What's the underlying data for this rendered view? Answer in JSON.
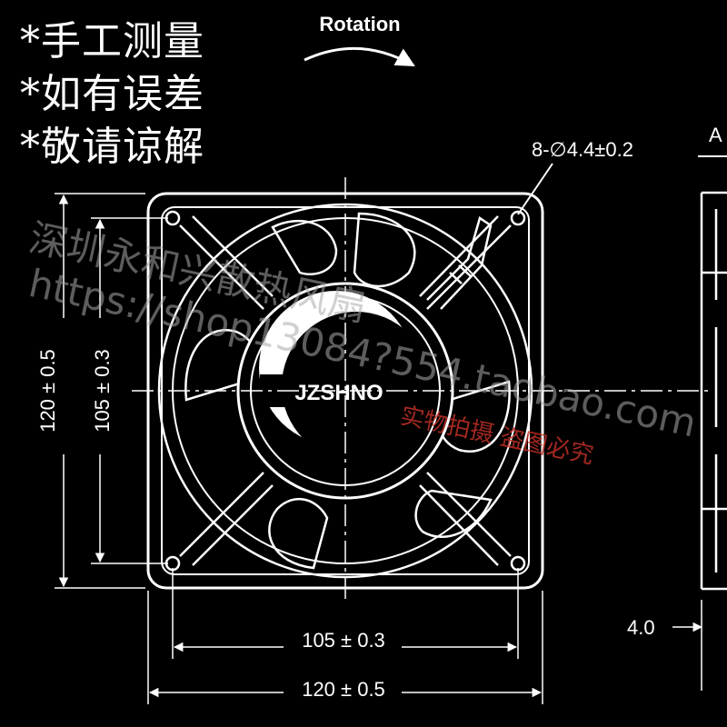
{
  "notes": [
    "*手工测量",
    "*如有误差",
    "*敬请谅解"
  ],
  "rotation_label": "Rotation",
  "hole_spec": "8-∅4.4±0.2",
  "section_marker": "A",
  "brand": "JZSHNO",
  "dims": {
    "outer_height": "120 ± 0.5",
    "inner_height": "105 ± 0.3",
    "inner_width": "105 ± 0.3",
    "outer_width": "120 ± 0.5",
    "side_depth": "4.0"
  },
  "watermark": {
    "shop_name": "深圳永和兴散热风扇",
    "shop_url": "https://shop13084?554.taobao.com",
    "notice": "实物拍摄 盗图必究"
  },
  "colors": {
    "background": "#000000",
    "lines": "#ffffff",
    "watermark_gray": "#aaaaaa",
    "notice_red": "#c0392b"
  }
}
